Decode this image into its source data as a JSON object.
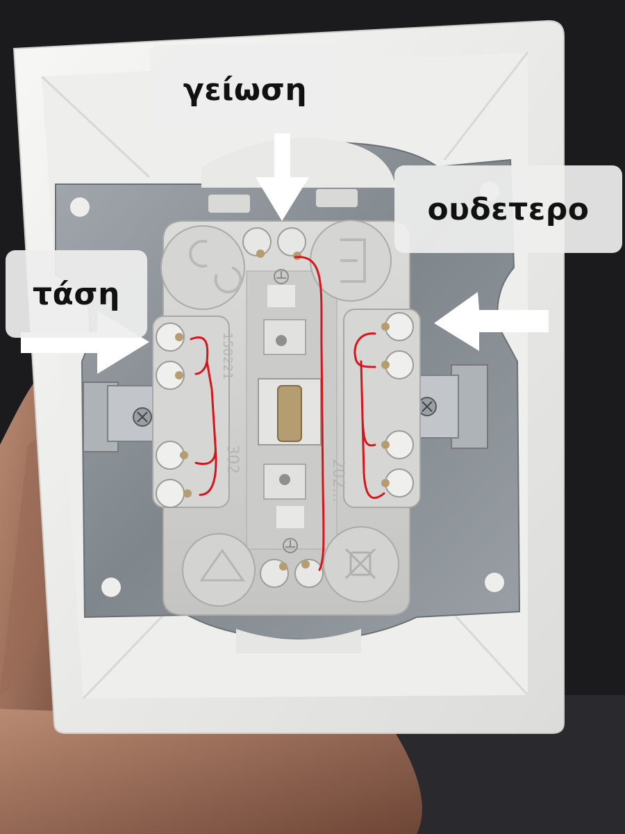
{
  "labels": {
    "ground": "γείωση",
    "neutral": "ουδετερο",
    "live": "τάση"
  },
  "module_markings": {
    "left_top": "150221",
    "left_bottom": "302...",
    "right_bottom": "202..."
  },
  "colors": {
    "background": "#1b1a1c",
    "frame": "#f1f1ef",
    "mounting_plate": "#8e949a",
    "module": "#d3d3d1",
    "annotation_wire": "#d8141b",
    "arrow": "#ffffff",
    "label_box": "#eeeeee"
  },
  "icons": [
    "ce-mark-icon",
    "eac-mark-icon",
    "ground-symbol-icon",
    "vde-mark-icon",
    "weee-bin-icon",
    "arrow-icon"
  ]
}
